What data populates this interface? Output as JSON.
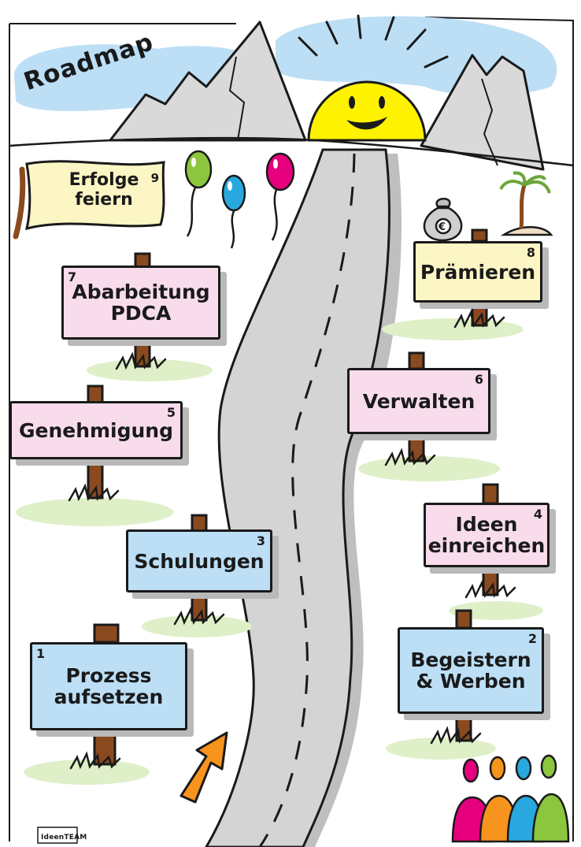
{
  "title": "Roadmap",
  "banner": {
    "label_lines": [
      "Erfolge",
      "feiern"
    ],
    "number": "9"
  },
  "logo": {
    "text": "IdeenTEAM"
  },
  "steps": [
    {
      "number": "1",
      "lines": [
        "Prozess",
        "aufsetzen"
      ],
      "color": "#bcdff6"
    },
    {
      "number": "2",
      "lines": [
        "Begeistern",
        "& Werben"
      ],
      "color": "#bcdff6"
    },
    {
      "number": "3",
      "lines": [
        "Schulungen"
      ],
      "color": "#bcdff6"
    },
    {
      "number": "4",
      "lines": [
        "Ideen",
        "einreichen"
      ],
      "color": "#f8dcec"
    },
    {
      "number": "5",
      "lines": [
        "Genehmigung"
      ],
      "color": "#f8dcec"
    },
    {
      "number": "6",
      "lines": [
        "Verwalten"
      ],
      "color": "#f8dcec"
    },
    {
      "number": "7",
      "lines": [
        "Abarbeitung",
        "PDCA"
      ],
      "color": "#f8dcec"
    },
    {
      "number": "8",
      "lines": [
        "Prämieren"
      ],
      "color": "#fcf5c4"
    }
  ],
  "icons": [
    "mountain-icon",
    "sun-icon",
    "road-icon",
    "balloon-icon",
    "money-bag-icon",
    "palm-tree-icon",
    "arrow-icon",
    "people-icon",
    "grass-icon"
  ],
  "colors": {
    "sky": "#bcdff6",
    "sun": "#fff200",
    "mountain": "#d9d9d9",
    "road": "#d4d4d4",
    "grass": "#dff0c8",
    "arrow": "#f7941d",
    "balloon_green": "#8cc63f",
    "balloon_blue": "#29a8e0",
    "balloon_magenta": "#e6007e",
    "person_magenta": "#e6007e",
    "person_orange": "#f7941d",
    "person_blue": "#29a8e0",
    "person_green": "#8cc63f"
  }
}
